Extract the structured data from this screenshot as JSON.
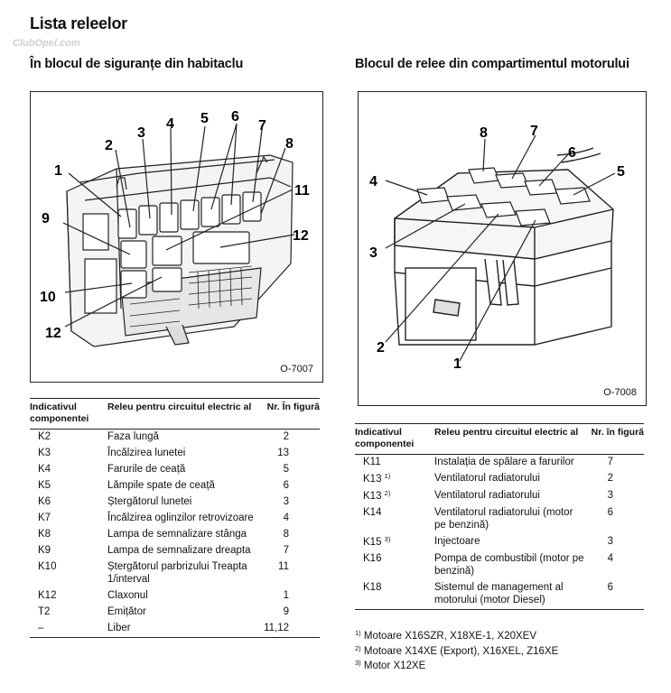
{
  "page": {
    "title": "Lista releelor",
    "watermark": "ClubOpel.com",
    "left_section_title": "În blocul de siguranțe din habitaclu",
    "right_section_title": "Blocul de relee din compartimentul motorului"
  },
  "figure_left": {
    "code": "O-7007",
    "labels": [
      "1",
      "2",
      "3",
      "4",
      "5",
      "6",
      "7",
      "8",
      "9",
      "10",
      "11",
      "12",
      "12"
    ]
  },
  "figure_right": {
    "code": "O-7008",
    "labels": [
      "1",
      "2",
      "3",
      "4",
      "5",
      "6",
      "7",
      "8"
    ]
  },
  "table_left": {
    "headers": [
      "Indicativul componentei",
      "Releu pentru circuitul electric al",
      "Nr. În figură"
    ],
    "rows": [
      {
        "id": "K2",
        "circuit": "Faza lungă",
        "fig": "2"
      },
      {
        "id": "K3",
        "circuit": "Încălzirea lunetei",
        "fig": "13"
      },
      {
        "id": "K4",
        "circuit": "Farurile de ceață",
        "fig": "5"
      },
      {
        "id": "K5",
        "circuit": "Lămpile spate de ceață",
        "fig": "6"
      },
      {
        "id": "K6",
        "circuit": "Ștergătorul lunetei",
        "fig": "3"
      },
      {
        "id": "K7",
        "circuit": "Încălzirea oglinzilor retrovizoare",
        "fig": "4"
      },
      {
        "id": "K8",
        "circuit": "Lampa de semnalizare stânga",
        "fig": "8"
      },
      {
        "id": "K9",
        "circuit": "Lampa de semnalizare dreapta",
        "fig": "7"
      },
      {
        "id": "K10",
        "circuit": "Ștergătorul parbrizului Treapta 1/interval",
        "fig": "11"
      },
      {
        "id": "K12",
        "circuit": "Claxonul",
        "fig": "1"
      },
      {
        "id": "T2",
        "circuit": "Emițător",
        "fig": "9"
      },
      {
        "id": "–",
        "circuit": "Liber",
        "fig": "11,12"
      }
    ]
  },
  "table_right": {
    "headers": [
      "Indicativul componentei",
      "Releu pentru circuitul electric al",
      "Nr. în figură"
    ],
    "rows": [
      {
        "id": "K11",
        "sup": "",
        "circuit": "Instalația de spălare a farurilor",
        "fig": "7"
      },
      {
        "id": "K13",
        "sup": "1)",
        "circuit": "Ventilatorul radiatorului",
        "fig": "2"
      },
      {
        "id": "K13",
        "sup": "2)",
        "circuit": "Ventilatorul radiatorului",
        "fig": "3"
      },
      {
        "id": "K14",
        "sup": "",
        "circuit": "Ventilatorul radiatorului (motor pe benzină)",
        "fig": "6"
      },
      {
        "id": "K15",
        "sup": "3)",
        "circuit": "Injectoare",
        "fig": "3"
      },
      {
        "id": "K16",
        "sup": "",
        "circuit": "Pompa de combustibil (motor pe benzină)",
        "fig": "4"
      },
      {
        "id": "K18",
        "sup": "",
        "circuit": "Sistemul de management al motorului (motor Diesel)",
        "fig": "6"
      }
    ]
  },
  "footnotes": [
    {
      "mark": "1)",
      "text": "Motoare X16SZR, X18XE-1, X20XEV"
    },
    {
      "mark": "2)",
      "text": "Motoare X14XE (Export), X16XEL, Z16XE"
    },
    {
      "mark": "3)",
      "text": "Motor X12XE"
    }
  ]
}
